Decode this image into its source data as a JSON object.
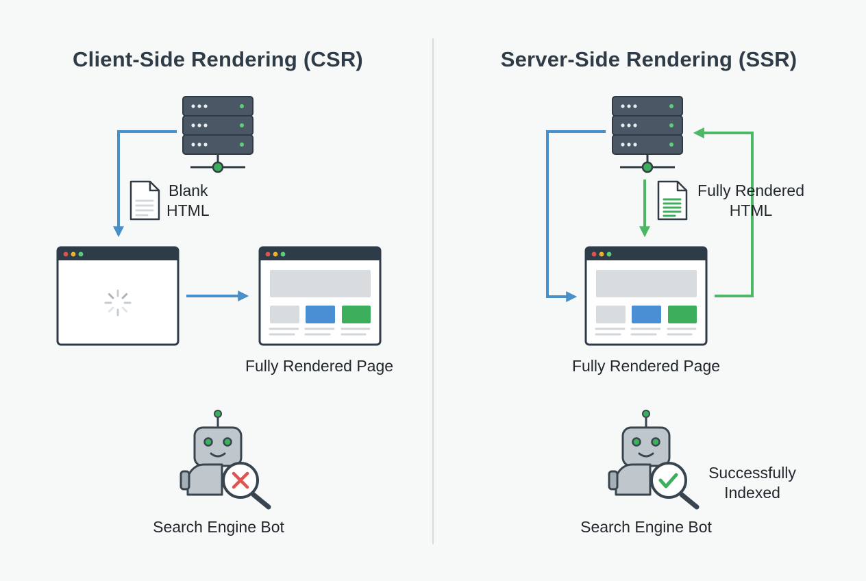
{
  "csr": {
    "title": "Client-Side Rendering (CSR)",
    "doc_label_line1": "Blank",
    "doc_label_line2": "HTML",
    "page_label": "Fully Rendered Page",
    "bot_label": "Search Engine Bot",
    "bot_status_icon": "x-mark-icon"
  },
  "ssr": {
    "title": "Server-Side Rendering (SSR)",
    "doc_label_line1": "Fully Rendered",
    "doc_label_line2": "HTML",
    "page_label": "Fully Rendered Page",
    "bot_label": "Search Engine Bot",
    "status_line1": "Successfully",
    "status_line2": "Indexed",
    "bot_status_icon": "check-mark-icon"
  },
  "colors": {
    "blue_arrow": "#4a90c8",
    "green_arrow": "#4cb765",
    "server": "#4a5866",
    "window_bar": "#2e3c49",
    "error": "#e0544f",
    "success": "#3daf5c"
  }
}
